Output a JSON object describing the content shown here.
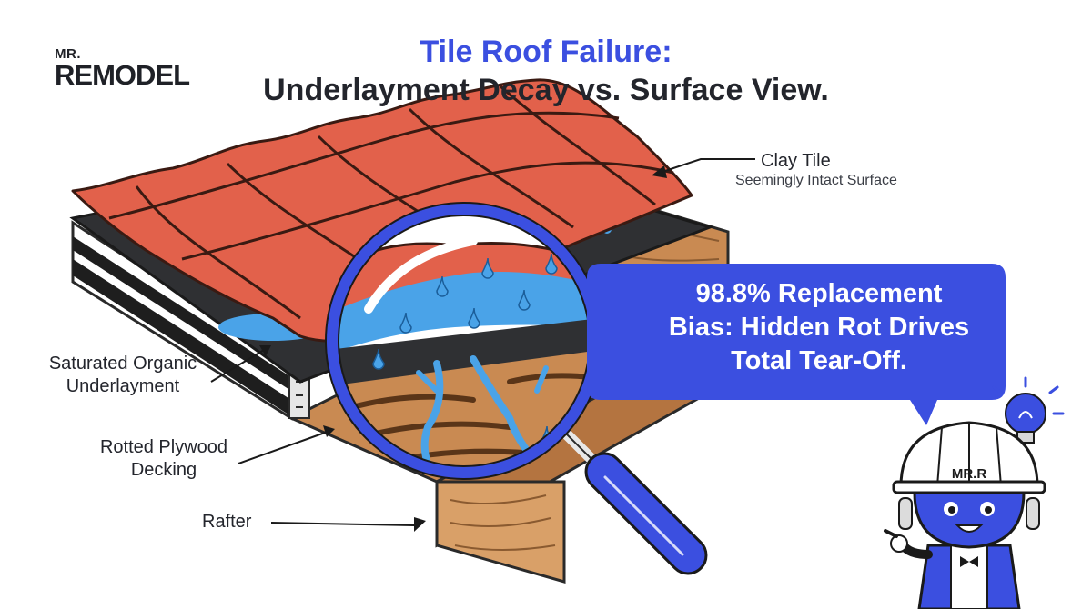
{
  "brand": {
    "small": "MR.",
    "big": "REMODEL"
  },
  "title": {
    "line1": "Tile Roof Failure:",
    "line2": "Underlayment Decay vs. Surface View."
  },
  "labels": {
    "clay_tile": "Clay Tile",
    "clay_tile_sub": "Seemingly Intact Surface",
    "underlayment_l1": "Saturated Organic",
    "underlayment_l2": "Underlayment",
    "decking_l1": "Rotted Plywood",
    "decking_l2": "Decking",
    "rafter": "Rafter"
  },
  "callout": {
    "line1": "98.8% Replacement",
    "line2": "Bias: Hidden Rot Drives",
    "line3": "Total Tear-Off."
  },
  "mascot": {
    "helmet_text": "MR.R"
  },
  "colors": {
    "accent": "#3b4fe0",
    "tile": "#e2614b",
    "wood": "#c98a52",
    "water": "#4aa3e8",
    "dark": "#23252c"
  }
}
